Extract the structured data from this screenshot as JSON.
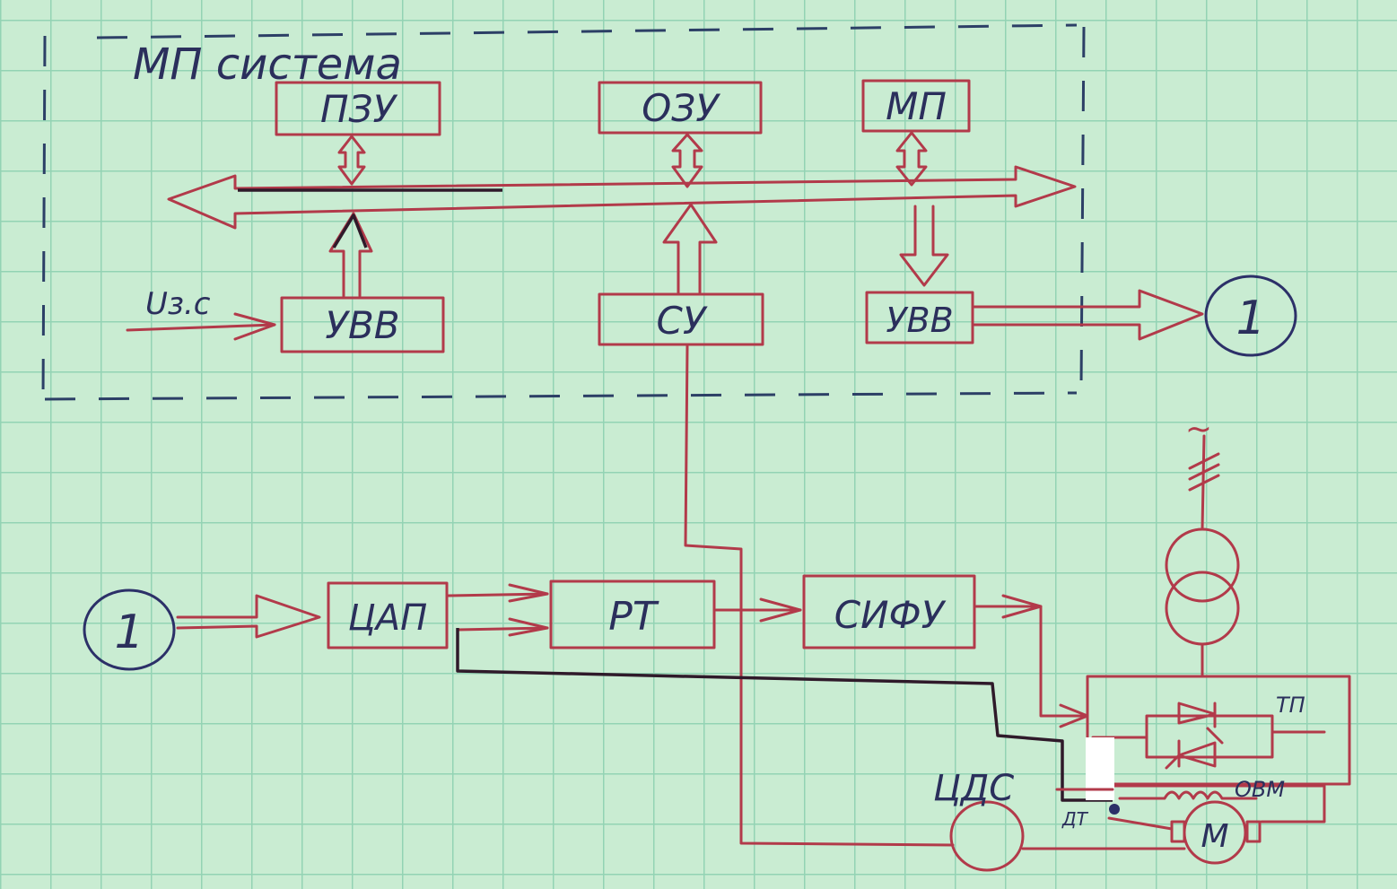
{
  "mp_system": {
    "label": "МП система"
  },
  "blocks": {
    "pzu": "ПЗУ",
    "ozu": "ОЗУ",
    "mp": "МП",
    "uvv_left": "УВВ",
    "su": "СУ",
    "uvv_right": "УВВ",
    "tsap": "ЦАП",
    "rt": "РТ",
    "sifu": "СИФУ"
  },
  "connectors": {
    "out": "1",
    "in": "1"
  },
  "labels": {
    "input_signal": "Uз.с",
    "tsds": "ЦДС",
    "tp": "ТП",
    "ovm": "ОВМ",
    "dt": "ДТ",
    "motor": "М",
    "ac_supply": "~"
  },
  "colors": {
    "ink_red": "#b23a4a",
    "ink_blue": "#2c3068",
    "paper": "#c9ecd2",
    "grid": "#93d3b4"
  }
}
